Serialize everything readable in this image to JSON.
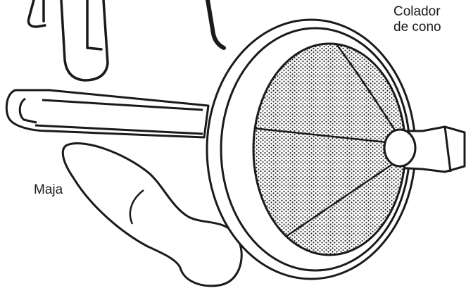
{
  "labels": {
    "colador_line1": "Colador",
    "colador_line2": "de cono",
    "maja": "Maja"
  },
  "colors": {
    "line": "#1a1a1a",
    "mesh_dot": "#1a1a1a",
    "mesh_bg": "#ffffff"
  }
}
